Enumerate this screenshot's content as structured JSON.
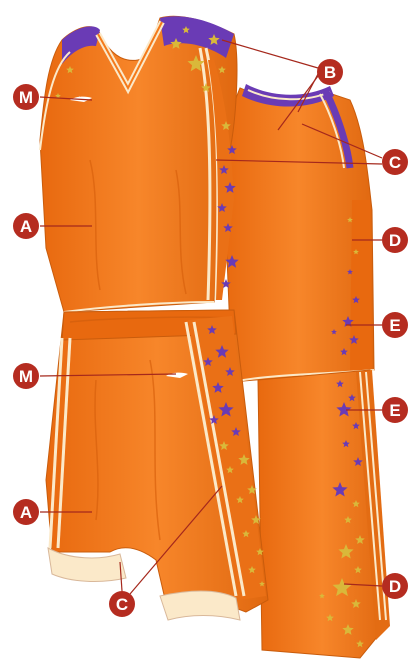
{
  "colors": {
    "orange": "#f47a1a",
    "orange_shade": "#d8610d",
    "purple": "#6a3bb5",
    "gold": "#d9b83a",
    "trim": "#fbe9c9",
    "callout": "#b52c20",
    "leader": "#a5281c"
  },
  "icons": [
    "star-icon",
    "brand-logo-icon"
  ],
  "callouts": [
    {
      "id": "B",
      "text": "B"
    },
    {
      "id": "M1",
      "text": "M"
    },
    {
      "id": "C1",
      "text": "C"
    },
    {
      "id": "A1",
      "text": "A"
    },
    {
      "id": "D1",
      "text": "D"
    },
    {
      "id": "E1",
      "text": "E"
    },
    {
      "id": "M2",
      "text": "M"
    },
    {
      "id": "E2",
      "text": "E"
    },
    {
      "id": "A2",
      "text": "A"
    },
    {
      "id": "C2",
      "text": "C"
    },
    {
      "id": "D2",
      "text": "D"
    }
  ]
}
